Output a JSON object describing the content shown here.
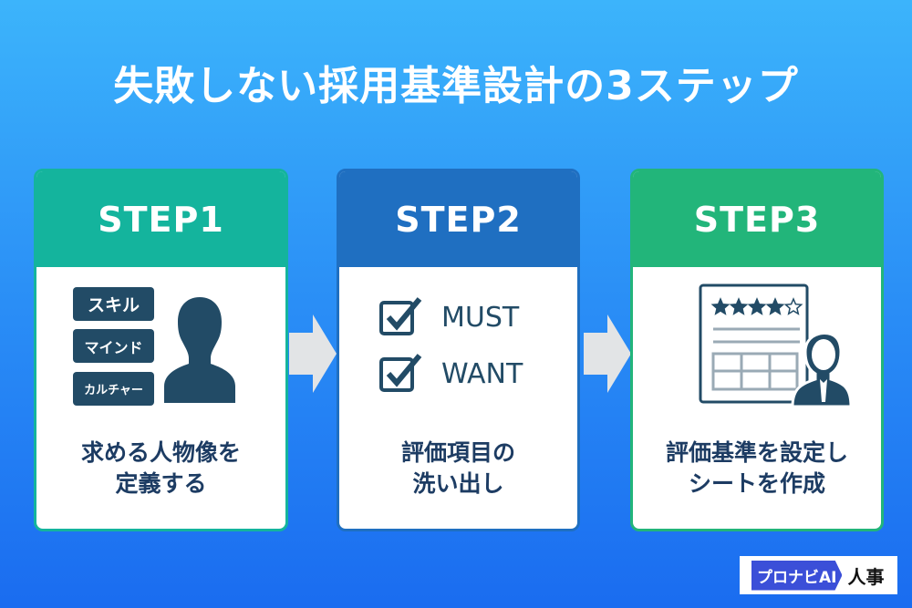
{
  "title": "失敗しない採用基準設計の3ステップ",
  "colors": {
    "step1": "#14b49d",
    "step2": "#1f6fc1",
    "step3": "#22b57a",
    "icon": "#224b66",
    "text": "#1d3c63"
  },
  "steps": [
    {
      "label": "STEP1",
      "tags": [
        "スキル",
        "マインド",
        "カルチャー"
      ],
      "caption": [
        "求める人物像を",
        "定義する"
      ]
    },
    {
      "label": "STEP2",
      "checks": [
        "MUST",
        "WANT"
      ],
      "caption": [
        "評価項目の",
        "洗い出し"
      ]
    },
    {
      "label": "STEP3",
      "rating": 4,
      "rating_max": 5,
      "caption": [
        "評価基準を設定し",
        "シートを作成"
      ]
    }
  ],
  "logo": {
    "brand": "プロナビAI",
    "suffix": "人事"
  }
}
